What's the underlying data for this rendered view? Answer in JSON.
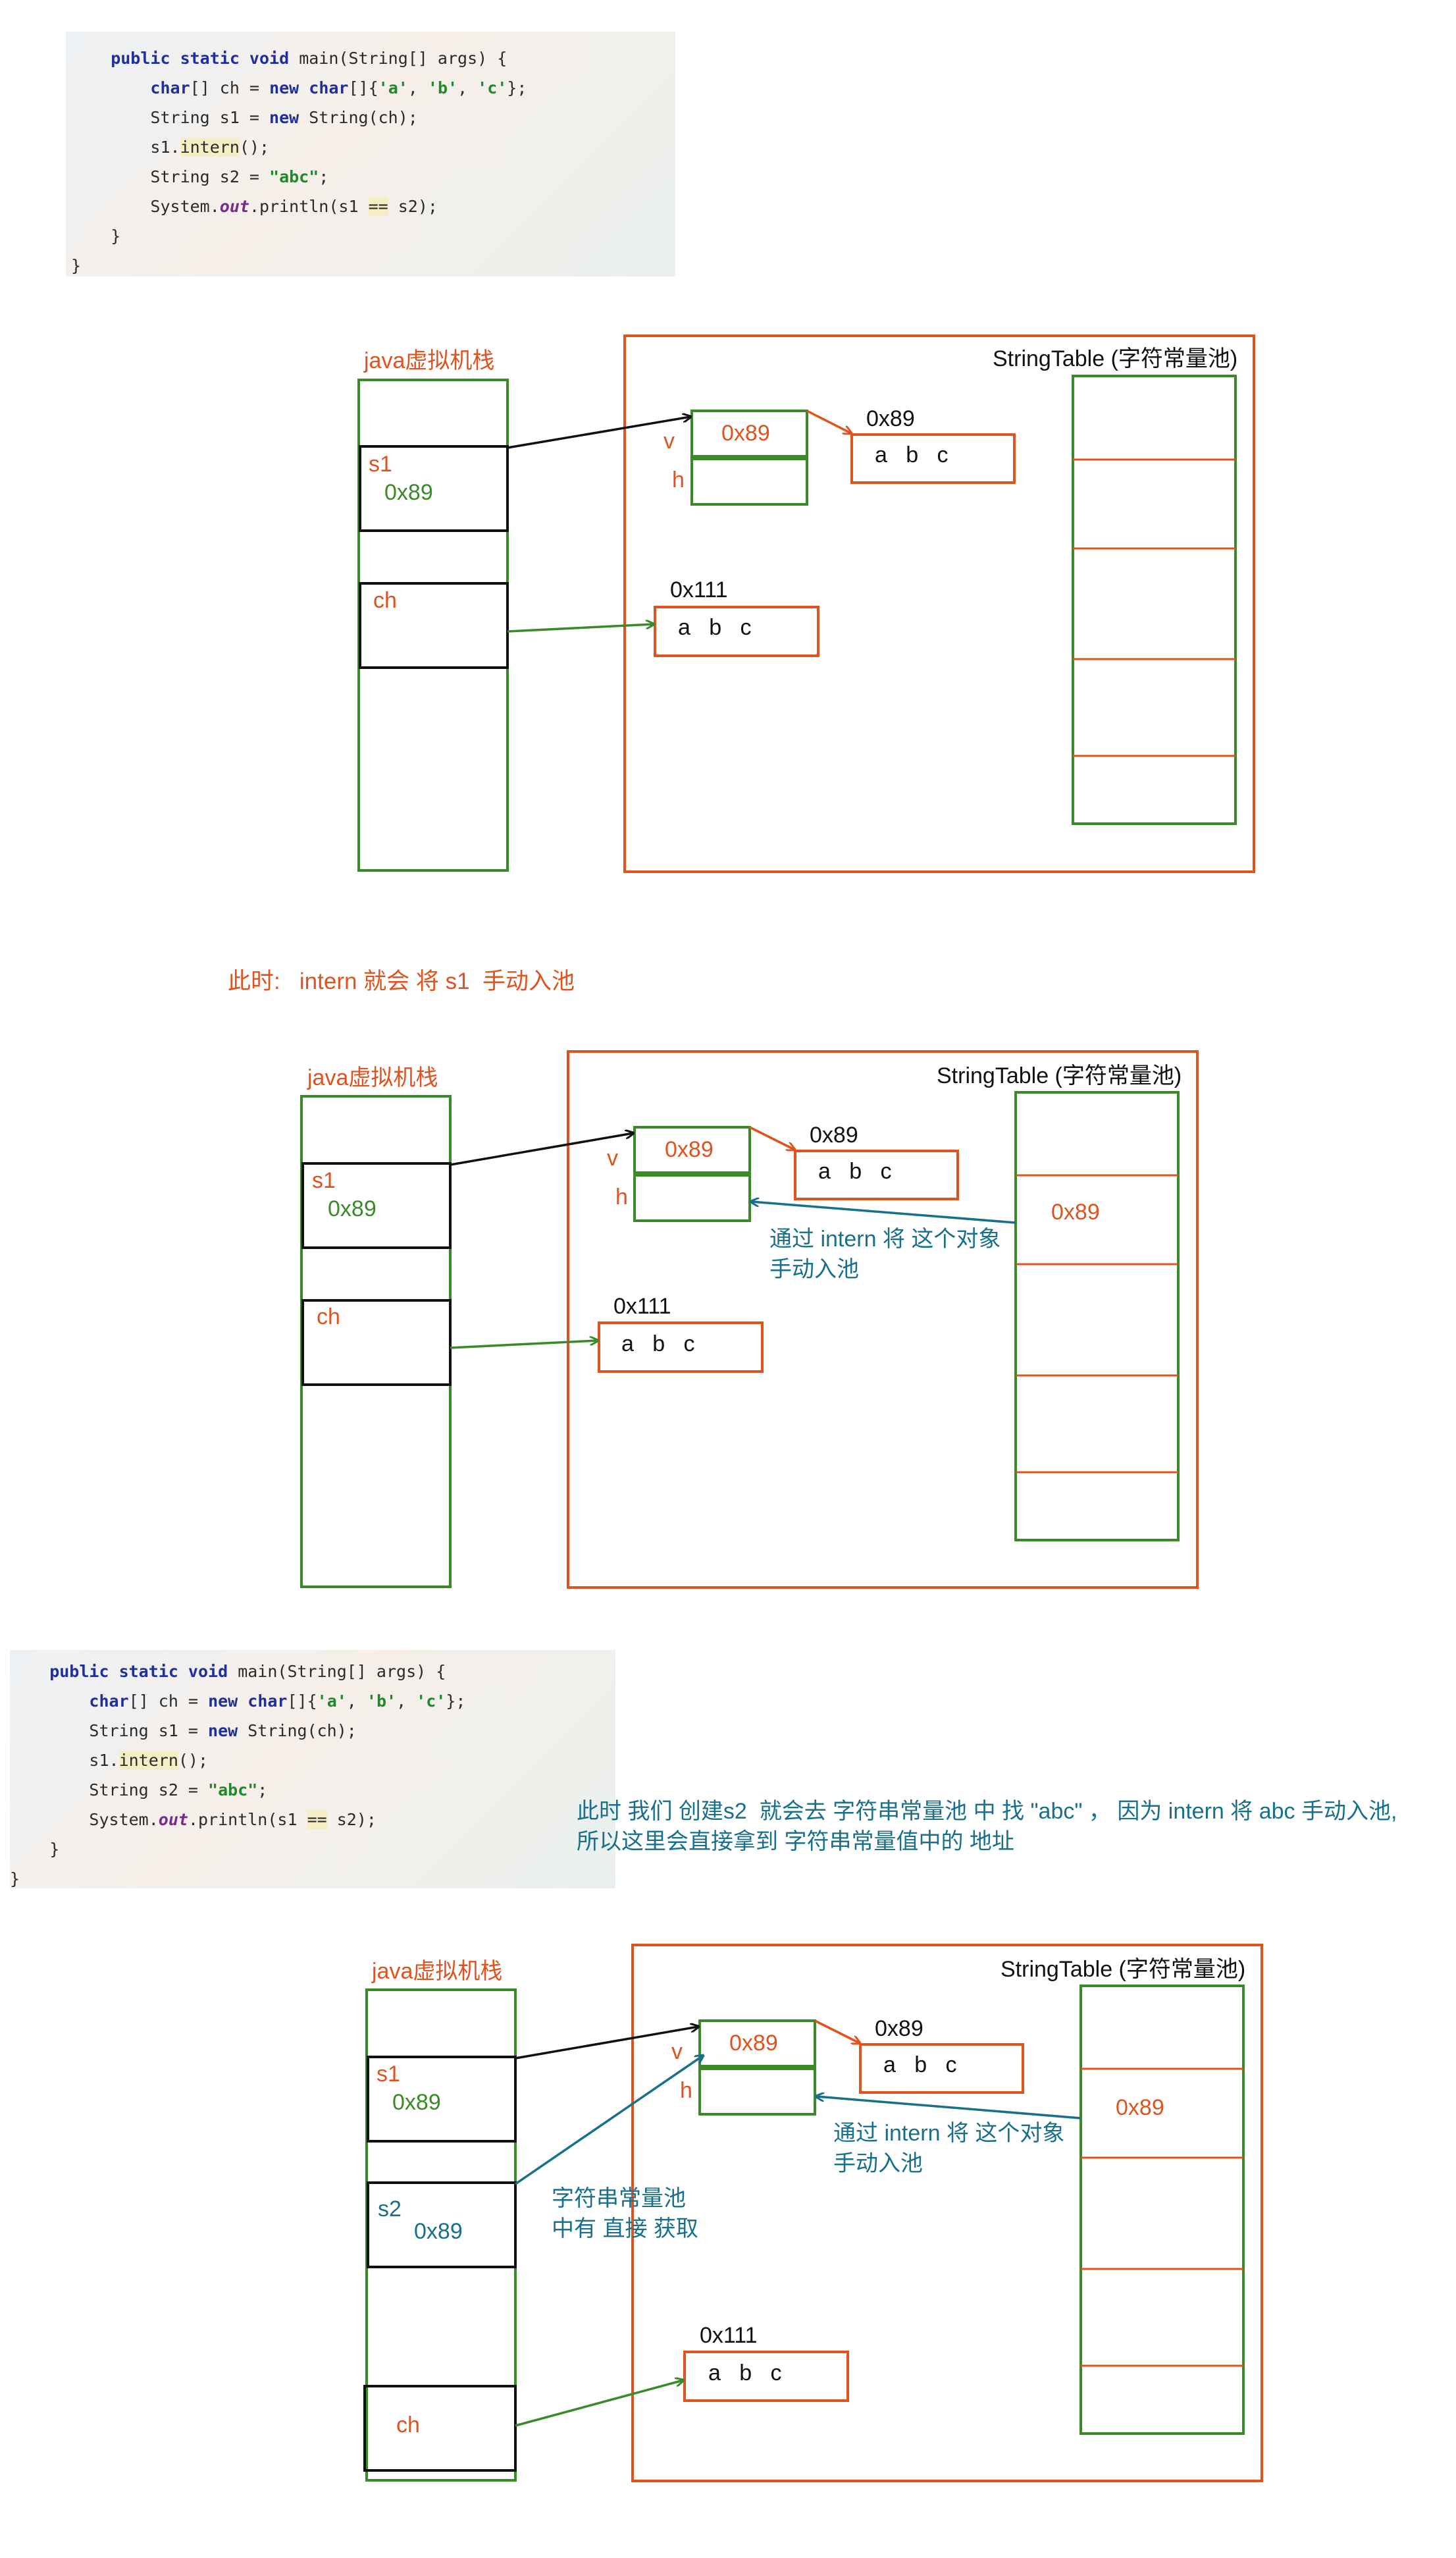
{
  "code_block_1": {
    "lines": [
      "    public static void main(String[] args) {",
      "        char[] ch = new char[]{'a', 'b', 'c'};",
      "        String s1 = new String(ch);",
      "        s1.intern();",
      "        String s2 = \"abc\";",
      "        System.out.println(s1 == s2);",
      "    }",
      "}"
    ]
  },
  "code_block_2": {
    "lines": [
      "    public static void main(String[] args) {",
      "        char[] ch = new char[]{'a', 'b', 'c'};",
      "        String s1 = new String(ch);",
      "        s1.intern();",
      "        String s2 = \"abc\";",
      "        System.out.println(s1 == s2);",
      "    }",
      "}"
    ]
  },
  "diagram_1": {
    "stack_title": "java虚拟机栈",
    "table_title": "StringTable (字符常量池)",
    "s1_name": "s1",
    "s1_value": "0x89",
    "ch_name": "ch",
    "v_label": "v",
    "h_label": "h",
    "v_value": "0x89",
    "char_array_addr": "0x89",
    "char_array_text": "a   b   c",
    "heap_array_addr": "0x111",
    "heap_array_text": "a   b   c"
  },
  "note_1": "此时:   intern 就会 将 s1  手动入池",
  "diagram_2": {
    "stack_title": "java虚拟机栈",
    "table_title": "StringTable (字符常量池)",
    "s1_name": "s1",
    "s1_value": "0x89",
    "ch_name": "ch",
    "v_label": "v",
    "h_label": "h",
    "v_value": "0x89",
    "char_array_addr": "0x89",
    "char_array_text": "a   b   c",
    "heap_array_addr": "0x111",
    "heap_array_text": "a   b   c",
    "pool_entry": "0x89",
    "intern_note_line1": "通过 intern 将 这个对象",
    "intern_note_line2": "手动入池"
  },
  "note_2": {
    "line1": "此时 我们 创建s2  就会去 字符串常量池 中 找 \"abc\" ， 因为 intern 将 abc 手动入池,",
    "line2": "所以这里会直接拿到 字符串常量值中的 地址"
  },
  "diagram_3": {
    "stack_title": "java虚拟机栈",
    "table_title": "StringTable (字符常量池)",
    "s1_name": "s1",
    "s1_value": "0x89",
    "s2_name": "s2",
    "s2_value": "0x89",
    "ch_name": "ch",
    "v_label": "v",
    "h_label": "h",
    "v_value": "0x89",
    "char_array_addr": "0x89",
    "char_array_text": "a   b   c",
    "heap_array_addr": "0x111",
    "heap_array_text": "a   b   c",
    "pool_entry": "0x89",
    "intern_note_line1": "通过 intern 将 这个对象",
    "intern_note_line2": "手动入池",
    "s2_note_line1": "字符串常量池",
    "s2_note_line2": "中有 直接 获取"
  },
  "colors": {
    "orange": "#e0531f",
    "green": "#3a8a2a",
    "teal": "#19708a",
    "black": "#111111"
  }
}
